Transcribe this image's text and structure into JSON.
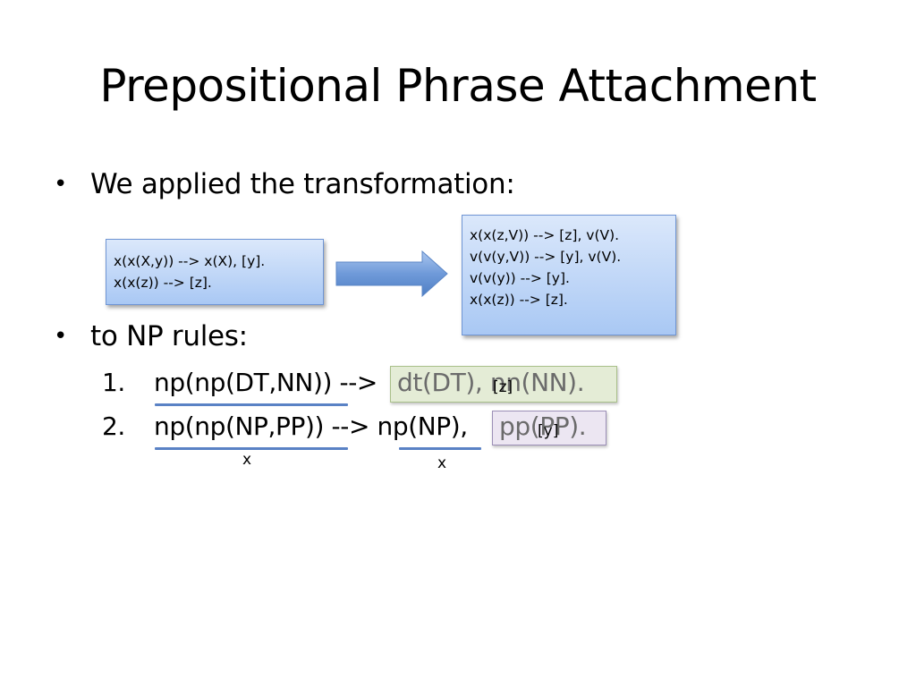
{
  "slide": {
    "title": "Prepositional Phrase Attachment",
    "bullets": [
      {
        "marker": "•",
        "text": "We applied the transformation:"
      },
      {
        "marker": "•",
        "text": "to NP rules:"
      }
    ],
    "source_rules": {
      "lines": [
        "x(x(X,y)) --> x(X), [y].",
        "x(x(z)) --> [z]."
      ]
    },
    "target_rules": {
      "lines": [
        "x(x(z,V)) --> [z], v(V).",
        "v(v(y,V)) --> [y], v(V).",
        "v(v(y)) --> [y].",
        "x(x(z)) --> [z]."
      ]
    },
    "arrow_icon": "right-arrow-icon",
    "np_rules": [
      {
        "number": "1.",
        "head": "np(np(DT,NN)) -->",
        "body": "dt(DT), nn(NN).",
        "overlay": "[z]"
      },
      {
        "number": "2.",
        "head": "np(np(NP,PP)) --> np(NP),",
        "body": "pp(PP).",
        "overlay": "[y]"
      }
    ],
    "x_labels": [
      "x",
      "x"
    ],
    "colors": {
      "rule_box_top": "#dbe8fb",
      "rule_box_bottom": "#a9c8f4",
      "arrow": "#4f81bd",
      "underline": "#5a82c5",
      "highlight_green": "#e4ecd6",
      "highlight_purple": "#ece6f2",
      "gray_text": "#6b6b6b"
    }
  }
}
